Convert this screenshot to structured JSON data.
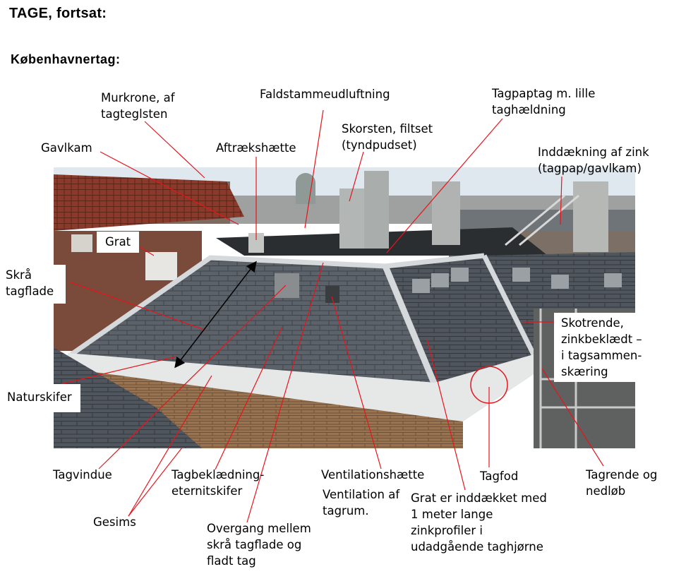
{
  "title": "TAGE, fortsat:",
  "subtitle": "Københavnertag:",
  "labels": {
    "murkrone": "Murkrone, af\ntagteglsten",
    "faldstamme": "Faldstammeudluftning",
    "tagpaptag": "Tagpaptag m. lille\ntaghældning",
    "skorsten": "Skorsten, filtset\n(tyndpudset)",
    "gavlkam": "Gavlkam",
    "aftraek": "Aftrækshætte",
    "inddaekning": "Inddækning af zink\n(tagpap/gavlkam)",
    "grat": "Grat",
    "skraa": "Skrå\ntagflade",
    "skotrende": "Skotrende,\nzinkbeklædt –\ni tagsammen-\nskæring",
    "naturskifer": "Naturskifer",
    "tagvindue": "Tagvindue",
    "tagbeklaedning": "Tagbeklædning-\neternitskifer",
    "ventilationshaette": "Ventilationshætte",
    "ventilation_tagrum": "Ventilation af\ntagrum.",
    "tagfod": "Tagfod",
    "tagrende": "Tagrende og\nnedløb",
    "grat_zink": "Grat er inddækket med\n1 meter lange\nzinkprofiler i\nudadgående taghjørne",
    "gesims": "Gesims",
    "overgang": "Overgang mellem\nskrå tagflade og\nfladt tag"
  },
  "colors": {
    "leader": "#e8141c",
    "arrow": "#000000",
    "circle": "#e8141c"
  }
}
